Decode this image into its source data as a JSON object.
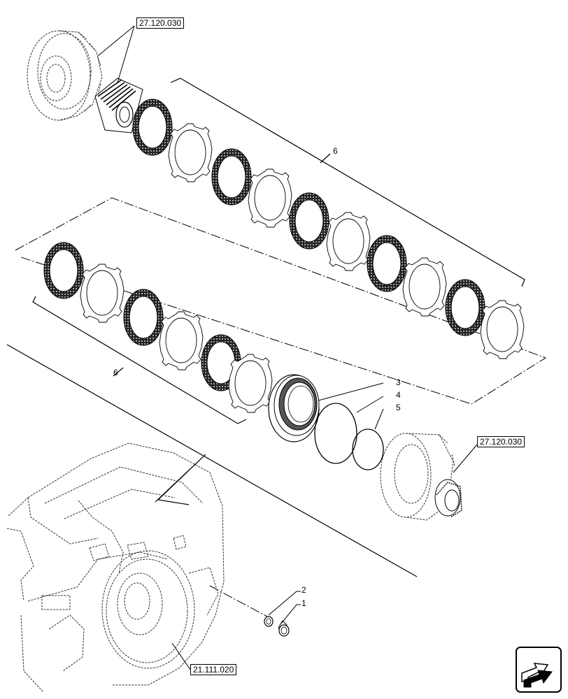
{
  "references": {
    "top_left": "27.120.030",
    "right": "27.120.030",
    "bottom": "21.111.020"
  },
  "callouts": {
    "upper_disc_group": "6",
    "lower_disc_group": "6",
    "piston": "3",
    "outer_seal": "4",
    "inner_seal": "5",
    "washer": "2",
    "plug": "1"
  },
  "icons": {
    "nav": "next-page-arrow-icon"
  },
  "colors": {
    "line": "#000000",
    "dotted": "#444444",
    "background": "#ffffff"
  }
}
